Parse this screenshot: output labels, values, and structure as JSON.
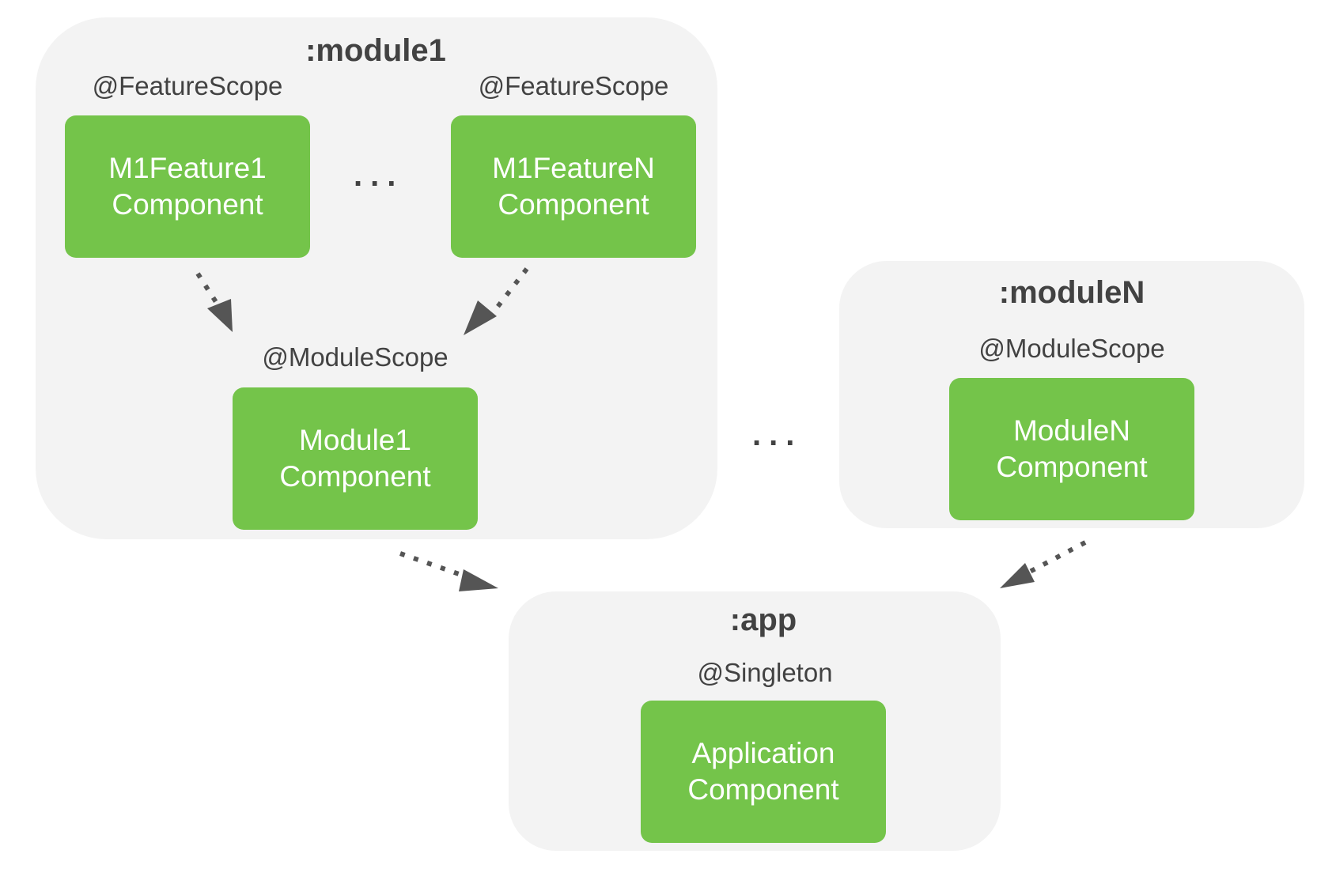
{
  "module1": {
    "title": ":module1",
    "feature1": {
      "scope": "@FeatureScope",
      "line1": "M1Feature1",
      "line2": "Component"
    },
    "featureN": {
      "scope": "@FeatureScope",
      "line1": "M1FeatureN",
      "line2": "Component"
    },
    "feature_ellipsis": "...",
    "module_component": {
      "scope": "@ModuleScope",
      "line1": "Module1",
      "line2": "Component"
    }
  },
  "moduleN": {
    "title": ":moduleN",
    "module_component": {
      "scope": "@ModuleScope",
      "line1": "ModuleN",
      "line2": "Component"
    }
  },
  "module_ellipsis": "...",
  "app": {
    "title": ":app",
    "component": {
      "scope": "@Singleton",
      "line1": "Application",
      "line2": "Component"
    }
  },
  "colors": {
    "component_fill": "#74c44a",
    "module_fill": "#f3f3f3",
    "text": "#424242",
    "arrow": "#555555"
  }
}
